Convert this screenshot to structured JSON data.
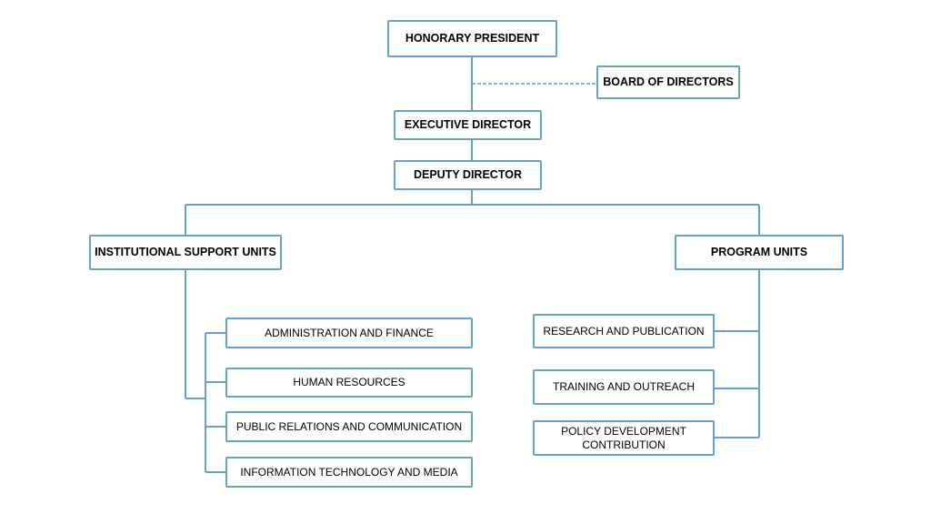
{
  "nodes": {
    "honorary_president": "HONORARY PRESIDENT",
    "board_of_directors": "BOARD OF DIRECTORS",
    "executive_director": "EXECUTIVE DIRECTOR",
    "deputy_director": "DEPUTY DIRECTOR",
    "institutional_support_units": "INSTITUTIONAL SUPPORT UNITS",
    "program_units": "PROGRAM UNITS",
    "administration_and_finance": "ADMINISTRATION AND FINANCE",
    "human_resources": "HUMAN RESOURCES",
    "public_relations_and_communication": "PUBLIC RELATIONS AND COMMUNICATION",
    "information_technology_and_media": "INFORMATION TECHNOLOGY AND MEDIA",
    "research_and_publication": "RESEARCH AND PUBLICATION",
    "training_and_outreach": "TRAINING AND OUTREACH",
    "policy_development_line1": "POLICY DEVELOPMENT",
    "policy_development_line2": "CONTRIBUTION"
  },
  "colors": {
    "border": "#6a9fd0",
    "line": "#6a9fd0",
    "text": "#000000",
    "background": "#ffffff"
  }
}
